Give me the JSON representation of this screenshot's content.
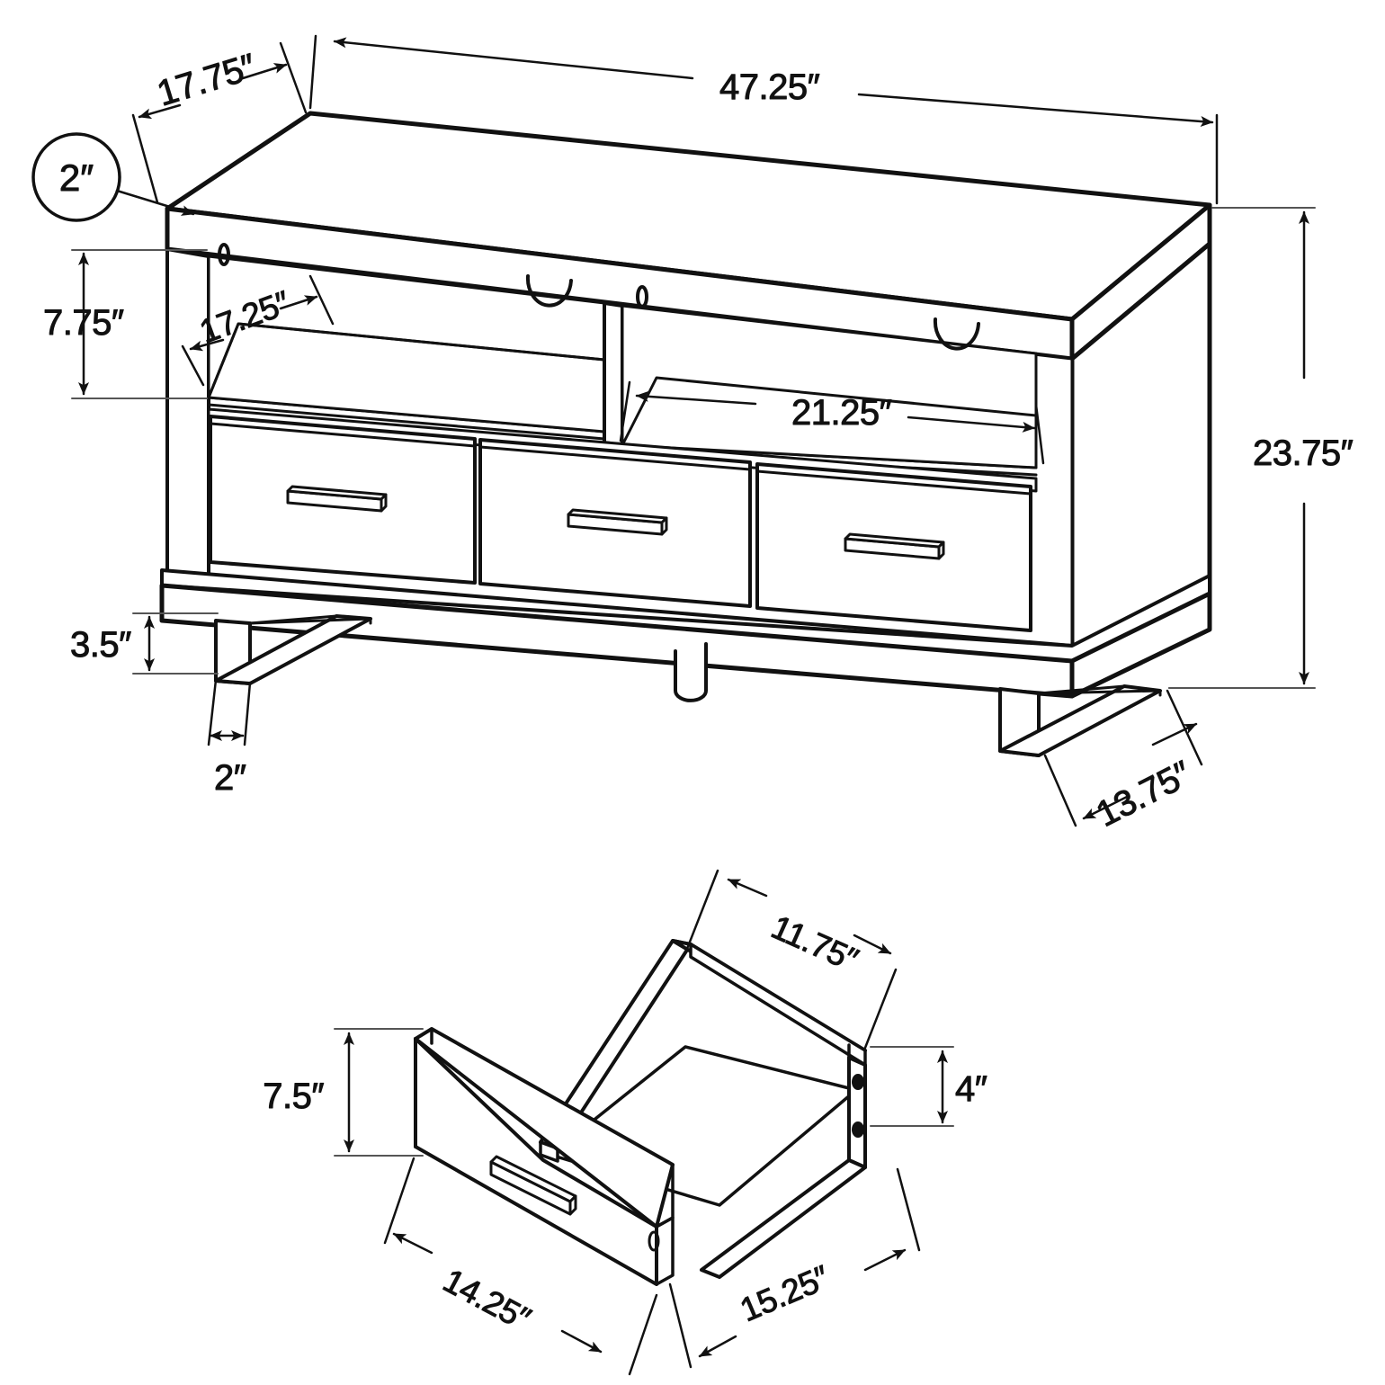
{
  "drawing": {
    "title": "TV Console Dimension Drawing",
    "unit_symbol": "\"",
    "line_color": "#111111",
    "background_color": "#ffffff"
  },
  "main_view": {
    "name": "tv-console-assembly",
    "dimensions": {
      "overall_width": "47.25″",
      "overall_depth_top": "17.75″",
      "overall_height": "23.75″",
      "shelf_opening_height": "7.75″",
      "shelf_depth": "17.25″",
      "right_shelf_width": "21.25″",
      "leg_height": "3.5″",
      "leg_width": "2″",
      "leg_depth": "13.75″",
      "top_thickness_callout": "2″"
    }
  },
  "drawer_view": {
    "name": "drawer-detail",
    "dimensions": {
      "drawer_front_width": "14.25″",
      "drawer_front_height": "7.5″",
      "drawer_box_depth": "11.75″",
      "drawer_box_width": "15.25″",
      "drawer_side_height": "4″"
    }
  },
  "labels": {
    "w_4725": "47.25″",
    "d_1775": "17.75″",
    "h_2375": "23.75″",
    "h_775": "7.75″",
    "d_1725": "17.25″",
    "w_2125": "21.25″",
    "h_35": "3.5″",
    "w_2_leg": "2″",
    "d_1375": "13.75″",
    "t_2_callout": "2″",
    "w_1425": "14.25″",
    "h_75": "7.5″",
    "d_1175": "11.75″",
    "w_1525": "15.25″",
    "h_4": "4″"
  }
}
